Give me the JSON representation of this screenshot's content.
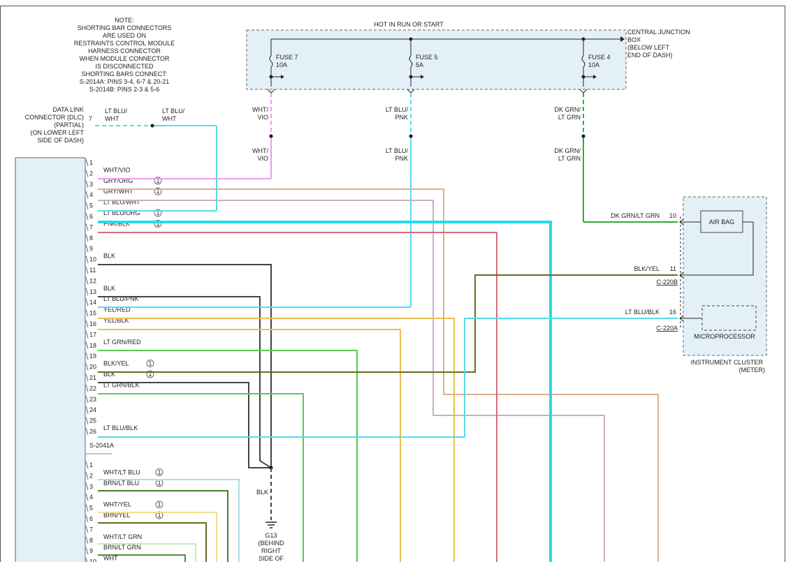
{
  "note": {
    "lines": [
      "NOTE:",
      "SHORTING BAR CONNECTORS",
      "ARE USED ON",
      "RESTRAINTS CONTROL MODULE",
      "HARNESS CONNECTOR",
      "WHEN MODULE CONNECTOR",
      "IS DISCONNECTED",
      "SHORTING BARS CONNECT:",
      "S-2014A: PINS 3-4, 6-7 & 20-21",
      "S-2014B: PINS 2-3 & 5-6"
    ]
  },
  "hot_label": "HOT IN RUN OR START",
  "cjb": {
    "lines": [
      "CENTRAL JUNCTION",
      "BOX",
      "(BELOW LEFT",
      "END OF DASH)"
    ]
  },
  "fuses": [
    {
      "name": "FUSE 7",
      "rating": "10A"
    },
    {
      "name": "FUSE 5",
      "rating": "5A"
    },
    {
      "name": "FUSE 4",
      "rating": "10A"
    }
  ],
  "dlc": {
    "lines": [
      "DATA LINK",
      "CONNECTOR (DLC)",
      "(PARTIAL)",
      "(ON LOWER LEFT",
      "SIDE OF DASH)"
    ],
    "pin": "7",
    "wire_left": [
      "LT BLU/",
      "WHT"
    ],
    "wire_right": [
      "LT BLU/",
      "WHT"
    ]
  },
  "vertical_wires": {
    "f7_a": [
      "WHT/",
      "VIO"
    ],
    "f7_b": [
      "WHT/",
      "VIO"
    ],
    "f5_a": [
      "LT BLU/",
      "PNK"
    ],
    "f5_b": [
      "LT BLU/",
      "PNK"
    ],
    "f4_a": [
      "DK GRN/",
      "LT GRN"
    ],
    "f4_b": [
      "DK GRN/",
      "LT GRN"
    ]
  },
  "connector_a": {
    "label": "S-2041A",
    "pins": [
      {
        "n": "1",
        "wire": "",
        "shorting": false
      },
      {
        "n": "2",
        "wire": "WHT/VIO",
        "shorting": false
      },
      {
        "n": "3",
        "wire": "GRY/ORG",
        "shorting": true
      },
      {
        "n": "4",
        "wire": "GRY/WHT",
        "shorting": true
      },
      {
        "n": "5",
        "wire": "LT BLU/WHT",
        "shorting": false
      },
      {
        "n": "6",
        "wire": "LT BLU/ORG",
        "shorting": true
      },
      {
        "n": "7",
        "wire": "PNK/BLK",
        "shorting": true
      },
      {
        "n": "8",
        "wire": "",
        "shorting": false
      },
      {
        "n": "9",
        "wire": "",
        "shorting": false
      },
      {
        "n": "10",
        "wire": "BLK",
        "shorting": false
      },
      {
        "n": "11",
        "wire": "",
        "shorting": false
      },
      {
        "n": "12",
        "wire": "",
        "shorting": false
      },
      {
        "n": "13",
        "wire": "BLK",
        "shorting": false
      },
      {
        "n": "14",
        "wire": "LT BLU/PNK",
        "shorting": false
      },
      {
        "n": "15",
        "wire": "YEL/RED",
        "shorting": false
      },
      {
        "n": "16",
        "wire": "YEL/BLK",
        "shorting": false
      },
      {
        "n": "17",
        "wire": "",
        "shorting": false
      },
      {
        "n": "18",
        "wire": "LT GRN/RED",
        "shorting": false
      },
      {
        "n": "19",
        "wire": "",
        "shorting": false
      },
      {
        "n": "20",
        "wire": "BLK/YEL",
        "shorting": true
      },
      {
        "n": "21",
        "wire": "BLK",
        "shorting": true
      },
      {
        "n": "22",
        "wire": "LT GRN/BLK",
        "shorting": false
      },
      {
        "n": "23",
        "wire": "",
        "shorting": false
      },
      {
        "n": "24",
        "wire": "",
        "shorting": false
      },
      {
        "n": "25",
        "wire": "",
        "shorting": false
      },
      {
        "n": "26",
        "wire": "LT BLU/BLK",
        "shorting": false
      }
    ]
  },
  "connector_b": {
    "pins": [
      {
        "n": "1",
        "wire": "",
        "shorting": false
      },
      {
        "n": "2",
        "wire": "WHT/LT BLU",
        "shorting": true
      },
      {
        "n": "3",
        "wire": "BRN/LT BLU",
        "shorting": true
      },
      {
        "n": "4",
        "wire": "",
        "shorting": false
      },
      {
        "n": "5",
        "wire": "WHT/YEL",
        "shorting": true
      },
      {
        "n": "6",
        "wire": "BRN/YEL",
        "shorting": true
      },
      {
        "n": "7",
        "wire": "",
        "shorting": false
      },
      {
        "n": "8",
        "wire": "WHT/LT GRN",
        "shorting": false
      },
      {
        "n": "9",
        "wire": "BRN/LT GRN",
        "shorting": false
      },
      {
        "n": "10",
        "wire": "WHT",
        "shorting": false
      }
    ]
  },
  "ground": {
    "wire": "BLK",
    "lines": [
      "G13",
      "(BEHIND",
      "RIGHT",
      "SIDE OF"
    ]
  },
  "cluster": {
    "air_bag": "AIR BAG",
    "microprocessor": "MICROPROCESSOR",
    "lines": [
      "INSTRUMENT CLUSTER",
      "(METER)"
    ],
    "pins": [
      {
        "n": "10",
        "wire": "DK GRN/LT GRN"
      },
      {
        "n": "11",
        "wire": "BLK/YEL"
      },
      {
        "n": "16",
        "wire": "LT BLU/BLK"
      }
    ],
    "conn_220b": "C-220B",
    "conn_220a": "C-220A"
  },
  "shorting_symbol": "1",
  "colors": {
    "wht_vio": "#ee99ee",
    "lt_blu": "#55dde8",
    "dk_grn": "#33aa33",
    "gry_org": "#d8b090",
    "gry_wht": "#c8b0c0",
    "lt_blu_org": "#22dde8",
    "pnk_blk": "#d86a7a",
    "blk": "#444444",
    "yel": "#e8c050",
    "lt_grn": "#55cc55",
    "blk_yel": "#6b6b22",
    "box_fill": "#e4f0f8"
  }
}
